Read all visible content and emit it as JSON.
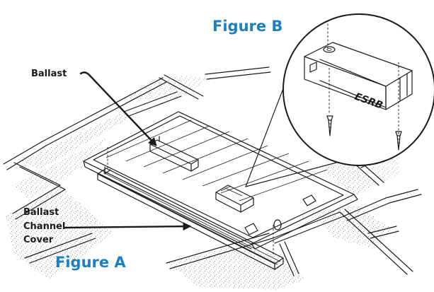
{
  "labels": {
    "ballast": "Ballast",
    "cover_line1": "Ballast",
    "cover_line2": "Channel",
    "cover_line3": "Cover",
    "figure_a": "Figure A",
    "figure_b": "Figure B",
    "esrb": "ESRB"
  },
  "colors": {
    "figure_title": "#1b7fc4",
    "line": "#1a1a1a",
    "stipple": "#555555"
  }
}
